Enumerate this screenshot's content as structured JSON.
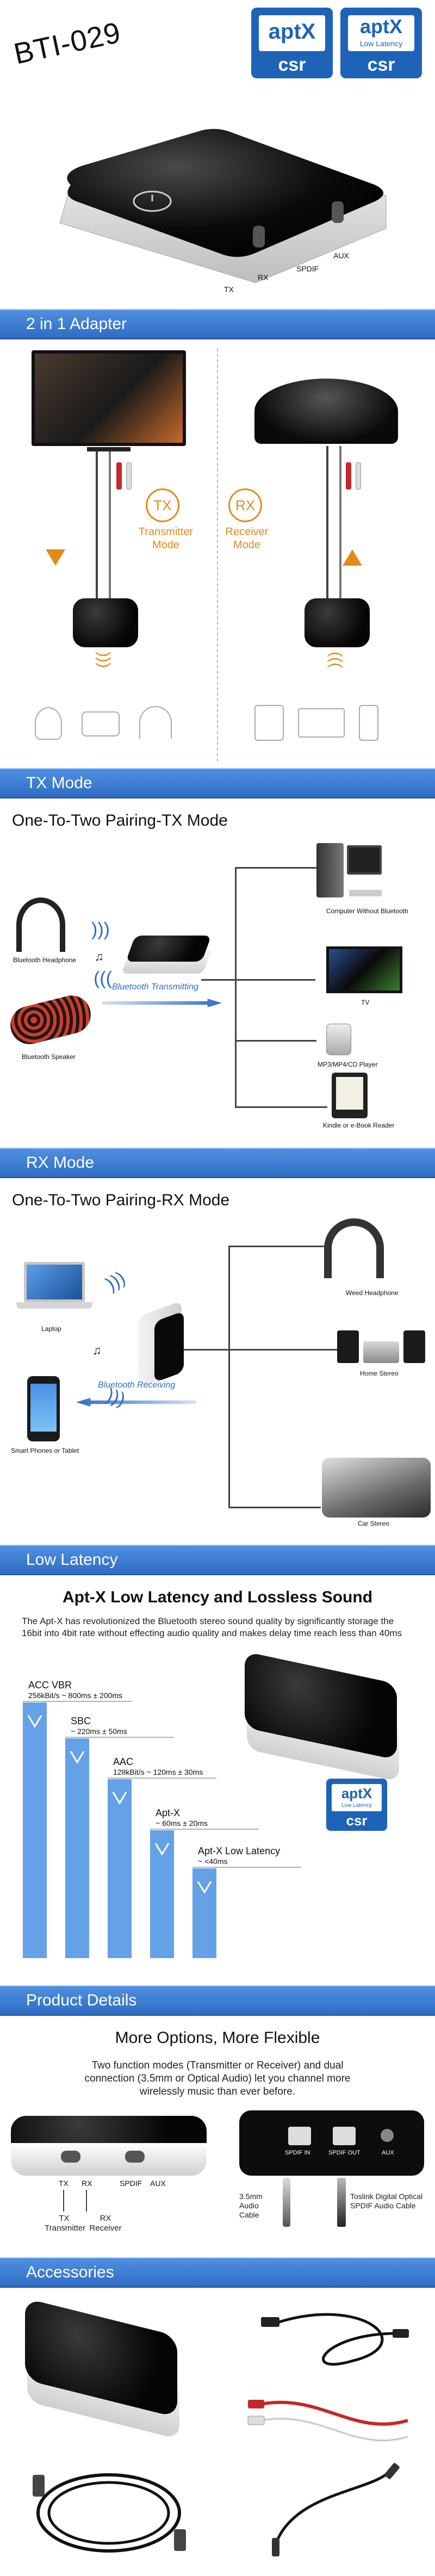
{
  "header": {
    "model": "BTI-029",
    "badges": [
      {
        "brand": "aptX",
        "sub": "",
        "maker": "csr"
      },
      {
        "brand": "aptX",
        "sub": "Low Latency",
        "maker": "csr"
      }
    ],
    "switch_labels": {
      "tx": "TX",
      "rx": "RX",
      "spdif": "SPDIF",
      "aux": "AUX"
    }
  },
  "sections": {
    "adapter": "2 in 1 Adapter",
    "tx_mode": "TX Mode",
    "rx_mode": "RX Mode",
    "low_latency": "Low Latency",
    "product_details": "Product Details",
    "accessories": "Accessories"
  },
  "adapter": {
    "tx_code": "TX",
    "tx_name": "Transmitter Mode",
    "rx_code": "RX",
    "rx_name": "Receiver Mode"
  },
  "tx": {
    "title": "One-To-Two Pairing-TX Mode",
    "bluetooth_label": "Bluetooth Transmitting",
    "devices": [
      "Computer Without Bluetooth",
      "TV",
      "MP3/MP4/CD Player",
      "Kindle or e-Book Reader",
      "Bluetooth Headphone",
      "Bluetooth Speaker"
    ]
  },
  "rx": {
    "title": "One-To-Two Pairing-RX Mode",
    "bluetooth_label": "Bluetooth Receiving",
    "devices": [
      "Laptop",
      "Smart Phones or Tablet",
      "Weed Headphone",
      "Home Stereo",
      "Car Stereo"
    ]
  },
  "latency": {
    "title": "Apt-X Low Latency and Lossless Sound",
    "paragraph": "The Apt-X has revolutionized the Bluetooth stereo sound quality by significantly storage the 16bit into 4bit rate without effecting audio quality and makes delay time reach less than 40ms",
    "bars": [
      {
        "name": "ACC VBR",
        "detail": "256kBit/s ~ 800ms ± 200ms",
        "level": 1.0
      },
      {
        "name": "SBC",
        "detail": "~ 220ms ± 50ms",
        "level": 0.86
      },
      {
        "name": "AAC",
        "detail": "128kBit/s ~ 120ms ± 30ms",
        "level": 0.7
      },
      {
        "name": "Apt-X",
        "detail": "~ 60ms ± 20ms",
        "level": 0.5
      },
      {
        "name": "Apt-X Low Latency",
        "detail": "~ <40ms",
        "level": 0.35
      }
    ]
  },
  "details": {
    "title": "More Options, More Flexible",
    "paragraph": "Two function modes (Transmitter or Receiver) and dual connection (3.5mm or Optical Audio) let you channel more wirelessly music than ever before.",
    "switch_labels": {
      "tx": "TX",
      "rx": "RX",
      "spdif": "SPDIF",
      "aux": "AUX"
    },
    "tx_label": "TX Transmitter",
    "rx_label": "RX Receiver",
    "port_labels": {
      "spdif_in": "SPDIF IN",
      "spdif_out": "SPDIF OUT",
      "aux": "AUX"
    },
    "cable_35": "3.5mm Audio Cable",
    "cable_optical": "Toslink Digital Optical SPDIF Audio Cable"
  },
  "colors": {
    "section_bar": "#3a7bd5",
    "accent_orange": "#e38a1c",
    "latency_bar": "#4a90e2",
    "device_black": "#111111"
  }
}
